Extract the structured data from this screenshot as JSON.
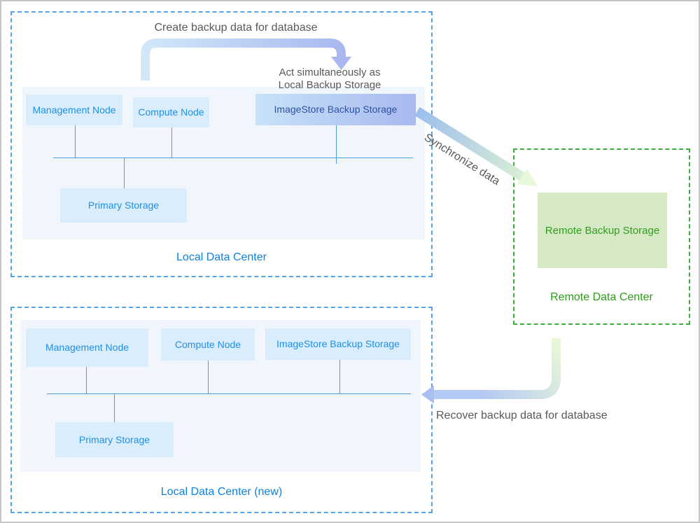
{
  "diagram": {
    "local_dc": {
      "title": "Local Data Center",
      "nodes": {
        "management": "Management Node",
        "compute": "Compute Node",
        "imagestore": "ImageStore Backup Storage",
        "primary": "Primary Storage"
      }
    },
    "local_dc_new": {
      "title": "Local Data Center (new)",
      "nodes": {
        "management": "Management Node",
        "compute": "Compute Node",
        "imagestore": "ImageStore Backup Storage",
        "primary": "Primary Storage"
      }
    },
    "remote_dc": {
      "title": "Remote Data Center",
      "storage": "Remote Backup Storage"
    },
    "annotations": {
      "create": "Create backup data for database",
      "act_line1": "Act simultaneously as",
      "act_line2": "Local Backup Storage",
      "sync": "Synchronize data",
      "recover": "Recover backup data for database"
    },
    "colors": {
      "blue_dashed_border": "#55a4e8",
      "green_dashed_border": "#3cae3c",
      "panel_fill": "#f1f6fd",
      "node_fill": "#d9edfc",
      "node_text_blue": "#2090e5",
      "imagestore_gradient_start": "#c8e2f9",
      "imagestore_gradient_end": "#a8b9ef",
      "imagestore_text": "#2b52a3",
      "remote_storage_fill": "#d6e9c5",
      "green_text": "#2f9e1c",
      "title_blue": "#1080dd",
      "gray_text": "#595959",
      "connector_line": "#4aa0dc"
    }
  }
}
